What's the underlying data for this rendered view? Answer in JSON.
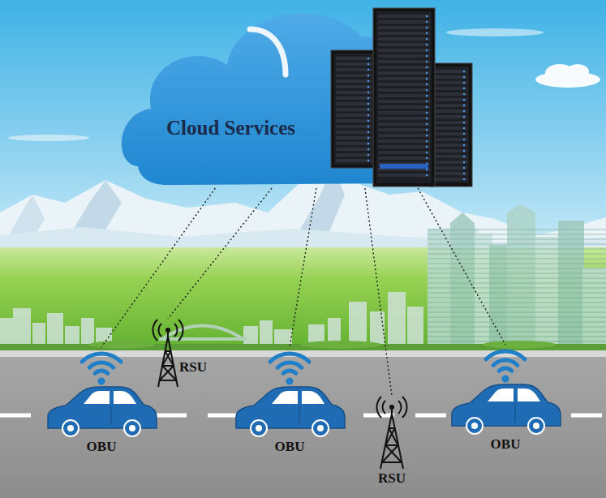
{
  "diagram": {
    "nodes": [
      {
        "text": [
          "Cloud Services"
        ]
      },
      {
        "text": [
          "OBU"
        ]
      },
      {
        "text": [
          "RSU"
        ]
      },
      {
        "text": [
          "OBU"
        ]
      },
      {
        "text": [
          "RSU"
        ]
      },
      {
        "text": [
          "OBU"
        ]
      }
    ],
    "edges": [
      {
        "from": 0,
        "to": 1,
        "arrow": "none"
      },
      {
        "from": 0,
        "to": 2,
        "arrow": "none"
      },
      {
        "from": 0,
        "to": 3,
        "arrow": "none"
      },
      {
        "from": 0,
        "to": 4,
        "arrow": "none"
      },
      {
        "from": 0,
        "to": 5,
        "arrow": "none"
      }
    ]
  }
}
